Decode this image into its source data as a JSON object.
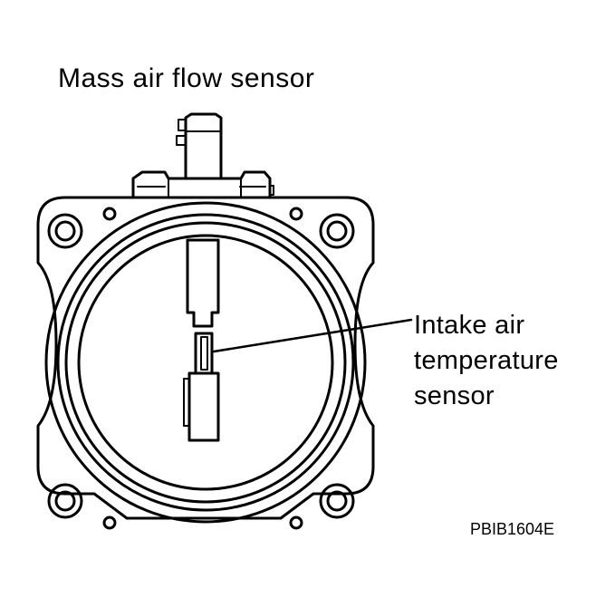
{
  "figure": {
    "title": "Mass air flow sensor",
    "callout_lines": [
      "Intake air",
      "temperature",
      "sensor"
    ],
    "figure_code": "PBIB1604E"
  },
  "colors": {
    "line": "#000000",
    "background": "#ffffff"
  }
}
